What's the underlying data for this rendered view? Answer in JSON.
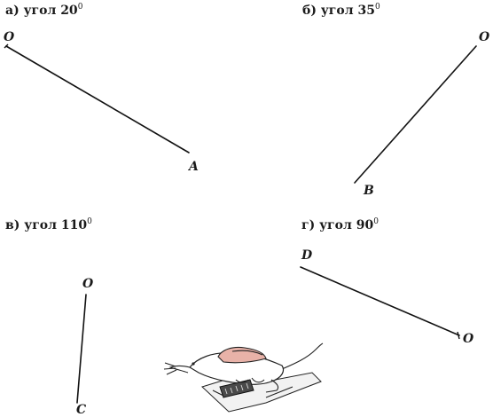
{
  "tasks": [
    {
      "id": "a",
      "label": "а) угол 20",
      "degree_mark": "0",
      "vertex_label": "O",
      "end_label": "A",
      "vertex_tick": true
    },
    {
      "id": "b",
      "label": "б) угол 35",
      "degree_mark": "0",
      "vertex_label": "O",
      "end_label": "B",
      "vertex_tick": false
    },
    {
      "id": "v",
      "label": "в) угол 110",
      "degree_mark": "0",
      "vertex_label": "O",
      "end_label": "C",
      "vertex_tick": false
    },
    {
      "id": "g",
      "label": "г) угол 90",
      "degree_mark": "0",
      "vertex_label": "O",
      "end_label": "D",
      "vertex_tick": true
    }
  ],
  "illustration": {
    "icon": "mouse-with-protractor-icon"
  }
}
